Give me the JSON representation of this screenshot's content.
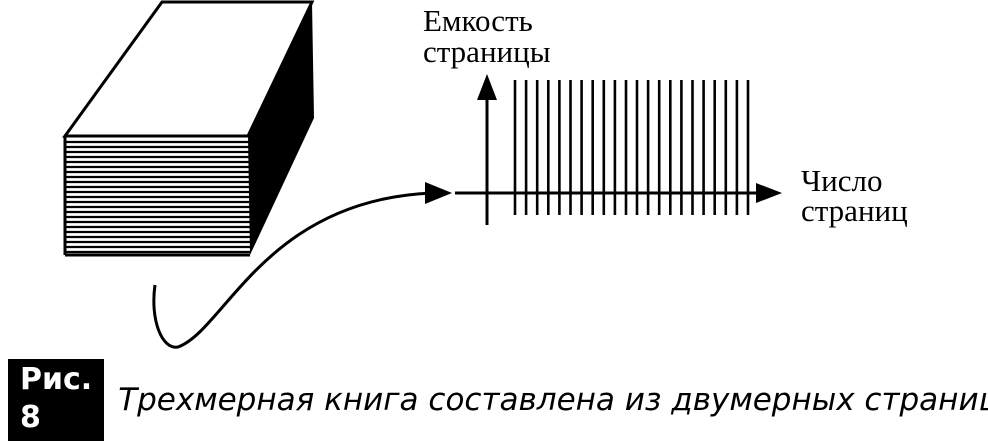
{
  "figure": {
    "y_axis_label_line1": "Емкость",
    "y_axis_label_line2": "страницы",
    "x_axis_label_line1": "Число",
    "x_axis_label_line2": "страниц",
    "page_line_count": 22
  },
  "caption": {
    "label": "Рис. 8",
    "text": "Трехмерная книга составлена из двумерных страниц"
  }
}
